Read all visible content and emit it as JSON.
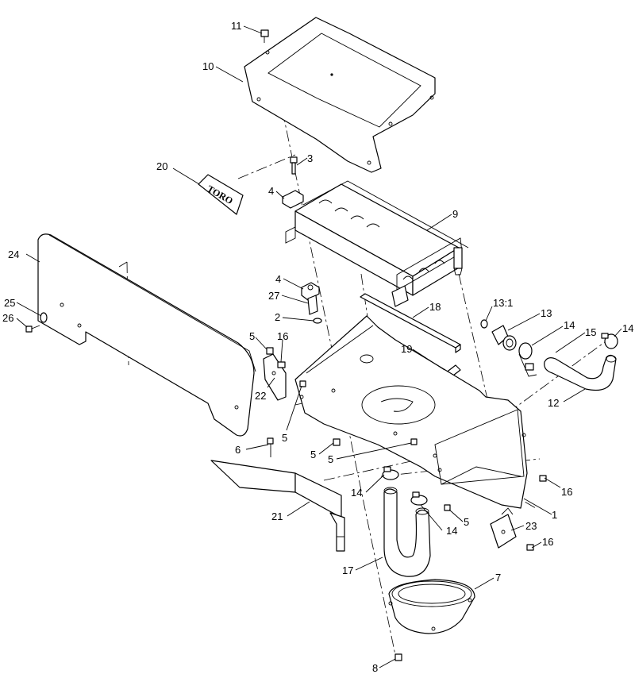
{
  "diagram": {
    "callouts": [
      {
        "label": "11"
      },
      {
        "label": "10"
      },
      {
        "label": "3"
      },
      {
        "label": "20"
      },
      {
        "label": "4"
      },
      {
        "label": "9"
      },
      {
        "label": "24"
      },
      {
        "label": "4"
      },
      {
        "label": "27"
      },
      {
        "label": "25"
      },
      {
        "label": "26"
      },
      {
        "label": "2"
      },
      {
        "label": "18"
      },
      {
        "label": "13:1"
      },
      {
        "label": "13"
      },
      {
        "label": "14"
      },
      {
        "label": "15"
      },
      {
        "label": "14"
      },
      {
        "label": "5"
      },
      {
        "label": "16"
      },
      {
        "label": "19"
      },
      {
        "label": "22"
      },
      {
        "label": "12"
      },
      {
        "label": "5"
      },
      {
        "label": "6"
      },
      {
        "label": "5"
      },
      {
        "label": "5"
      },
      {
        "label": "16"
      },
      {
        "label": "14"
      },
      {
        "label": "1"
      },
      {
        "label": "21"
      },
      {
        "label": "5"
      },
      {
        "label": "14"
      },
      {
        "label": "23"
      },
      {
        "label": "16"
      },
      {
        "label": "17"
      },
      {
        "label": "7"
      },
      {
        "label": "8"
      }
    ]
  }
}
